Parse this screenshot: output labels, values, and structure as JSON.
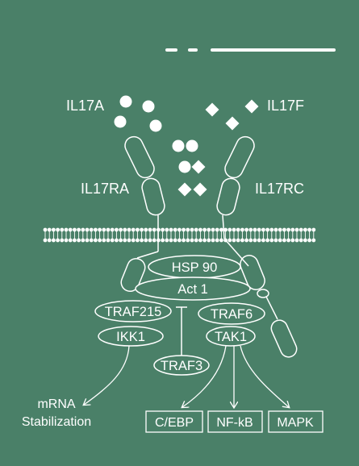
{
  "colors": {
    "background": "#4a8068",
    "foreground": "#ffffff"
  },
  "labels": {
    "ligand_a": "IL17A",
    "ligand_f": "IL17F",
    "receptor_a": "IL17RA",
    "receptor_c": "IL17RC"
  },
  "nodes": {
    "hsp90": "HSP 90",
    "act1": "Act 1",
    "traf215": "TRAF215",
    "traf6": "TRAF6",
    "ikk1": "IKK1",
    "tak1": "TAK1",
    "traf3": "TRAF3"
  },
  "outputs": {
    "mrna_line1": "mRNA",
    "mrna_line2": "Stabilization",
    "cebp": "C/EBP",
    "nfkb": "NF-kB",
    "mapk": "MAPK"
  }
}
